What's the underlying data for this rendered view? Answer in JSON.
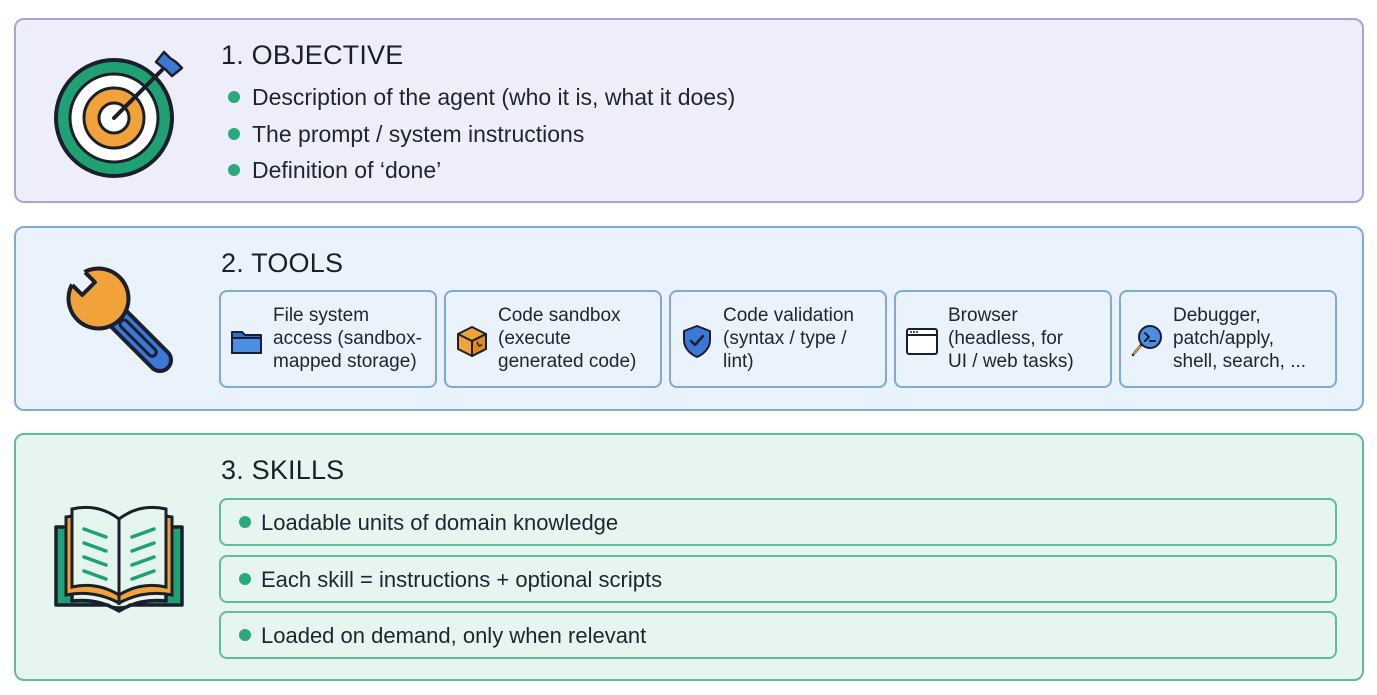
{
  "objective": {
    "title": "1. OBJECTIVE",
    "icon": "target-icon",
    "bullets": [
      "Description of the agent (who it is, what it does)",
      "The prompt / system instructions",
      "Definition of ‘done’"
    ]
  },
  "tools": {
    "title": "2. TOOLS",
    "icon": "wrench-icon",
    "cards": [
      {
        "icon": "folder-icon",
        "label": "File system\naccess (sandbox-\nmapped storage)"
      },
      {
        "icon": "package-icon",
        "label": "Code sandbox\n(execute\ngenerated code)"
      },
      {
        "icon": "shield-check-icon",
        "label": "Code validation\n(syntax / type /\nlint)"
      },
      {
        "icon": "browser-window-icon",
        "label": "Browser\n(headless, for\nUI / web tasks)"
      },
      {
        "icon": "terminal-magnifier-icon",
        "label": "Debugger,\npatch/apply,\nshell, search, ..."
      }
    ]
  },
  "skills": {
    "title": "3. SKILLS",
    "icon": "open-book-icon",
    "items": [
      "Loadable units of domain knowledge",
      "Each skill = instructions + optional scripts",
      "Loaded on demand, only when relevant"
    ]
  },
  "colors": {
    "objective_bg": "#eeeefb",
    "objective_border": "#a5a6d8",
    "tools_bg": "#eaf2fc",
    "tools_border": "#7eaad6",
    "skills_bg": "#e6f5ef",
    "skills_border": "#62bd97",
    "bullet": "#2aa97a"
  }
}
